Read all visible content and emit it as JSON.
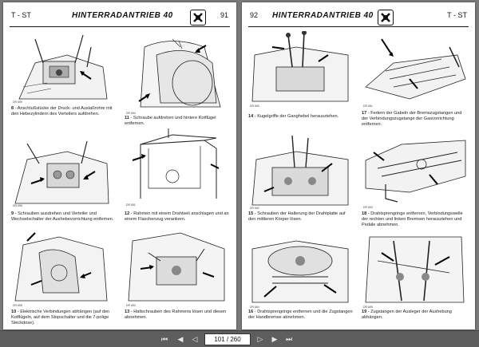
{
  "left_page": {
    "section": "T - ST",
    "title": "HINTERRADANTRIEB 40",
    "page_number": "91",
    "figures": [
      {
        "num": "8",
        "text": "- Anschlußstücke der Druck- und Auslaßrohre mit den Hebezylindern des Verteilers aufdrehen.",
        "code": "DR 659"
      },
      {
        "num": "11",
        "text": "- Schraube aufdrehen und hintere Kotflügel entfernen.",
        "code": "DR 654"
      },
      {
        "num": "9",
        "text": "- Schrauben ausdrehen und Verteiler und Wechselschalter der Aushebevorrichtung entfernen.",
        "code": "DR 656"
      },
      {
        "num": "12",
        "text": "- Rahmen mit einem Drahtseil anschlagen und an einem Flaschenzug verankern.",
        "code": "DR 651"
      },
      {
        "num": "10",
        "text": "- Elektrische Verbindungen abhängen (auf den Kotflügeln, auf dem Stopschalter und die 7-polige Steckdose).",
        "code": "DR 658"
      },
      {
        "num": "13",
        "text": "- Haltschrauben des Rahmens lösen und diesen abnehmen.",
        "code": "DR 653"
      }
    ]
  },
  "right_page": {
    "section": "T - ST",
    "title": "HINTERRADANTRIEB 40",
    "page_number": "92",
    "figures": [
      {
        "num": "14",
        "text": "- Kugelgriffe der Ganghebel herausziehen.",
        "code": "DR 660"
      },
      {
        "num": "17",
        "text": "- Federn der Gabeln der Bremszugstangen und der Verbindungszugstange der Gasvorrichtung entfernen.",
        "code": "DR 661"
      },
      {
        "num": "15",
        "text": "- Schrauben der Halterung der Drahtplatte auf den mittleren Körper lösen.",
        "code": "DR 662"
      },
      {
        "num": "18",
        "text": "- Drahtsprengringe entfernen, Verbindungswelle der rechten und linken Bremsen herausziehen und Pedale abnehmen.",
        "code": "DR 663"
      },
      {
        "num": "16",
        "text": "- Drahtsprengringe entfernen und die Zugstangen der Handbremse abnehmen.",
        "code": "DR 664"
      },
      {
        "num": "19",
        "text": "- Zugstangen der Ausleger der Aushebung abhängen.",
        "code": "DR 665"
      }
    ]
  },
  "viewer": {
    "current_page": "101",
    "total_pages": "260",
    "page_display": "101 / 260"
  }
}
